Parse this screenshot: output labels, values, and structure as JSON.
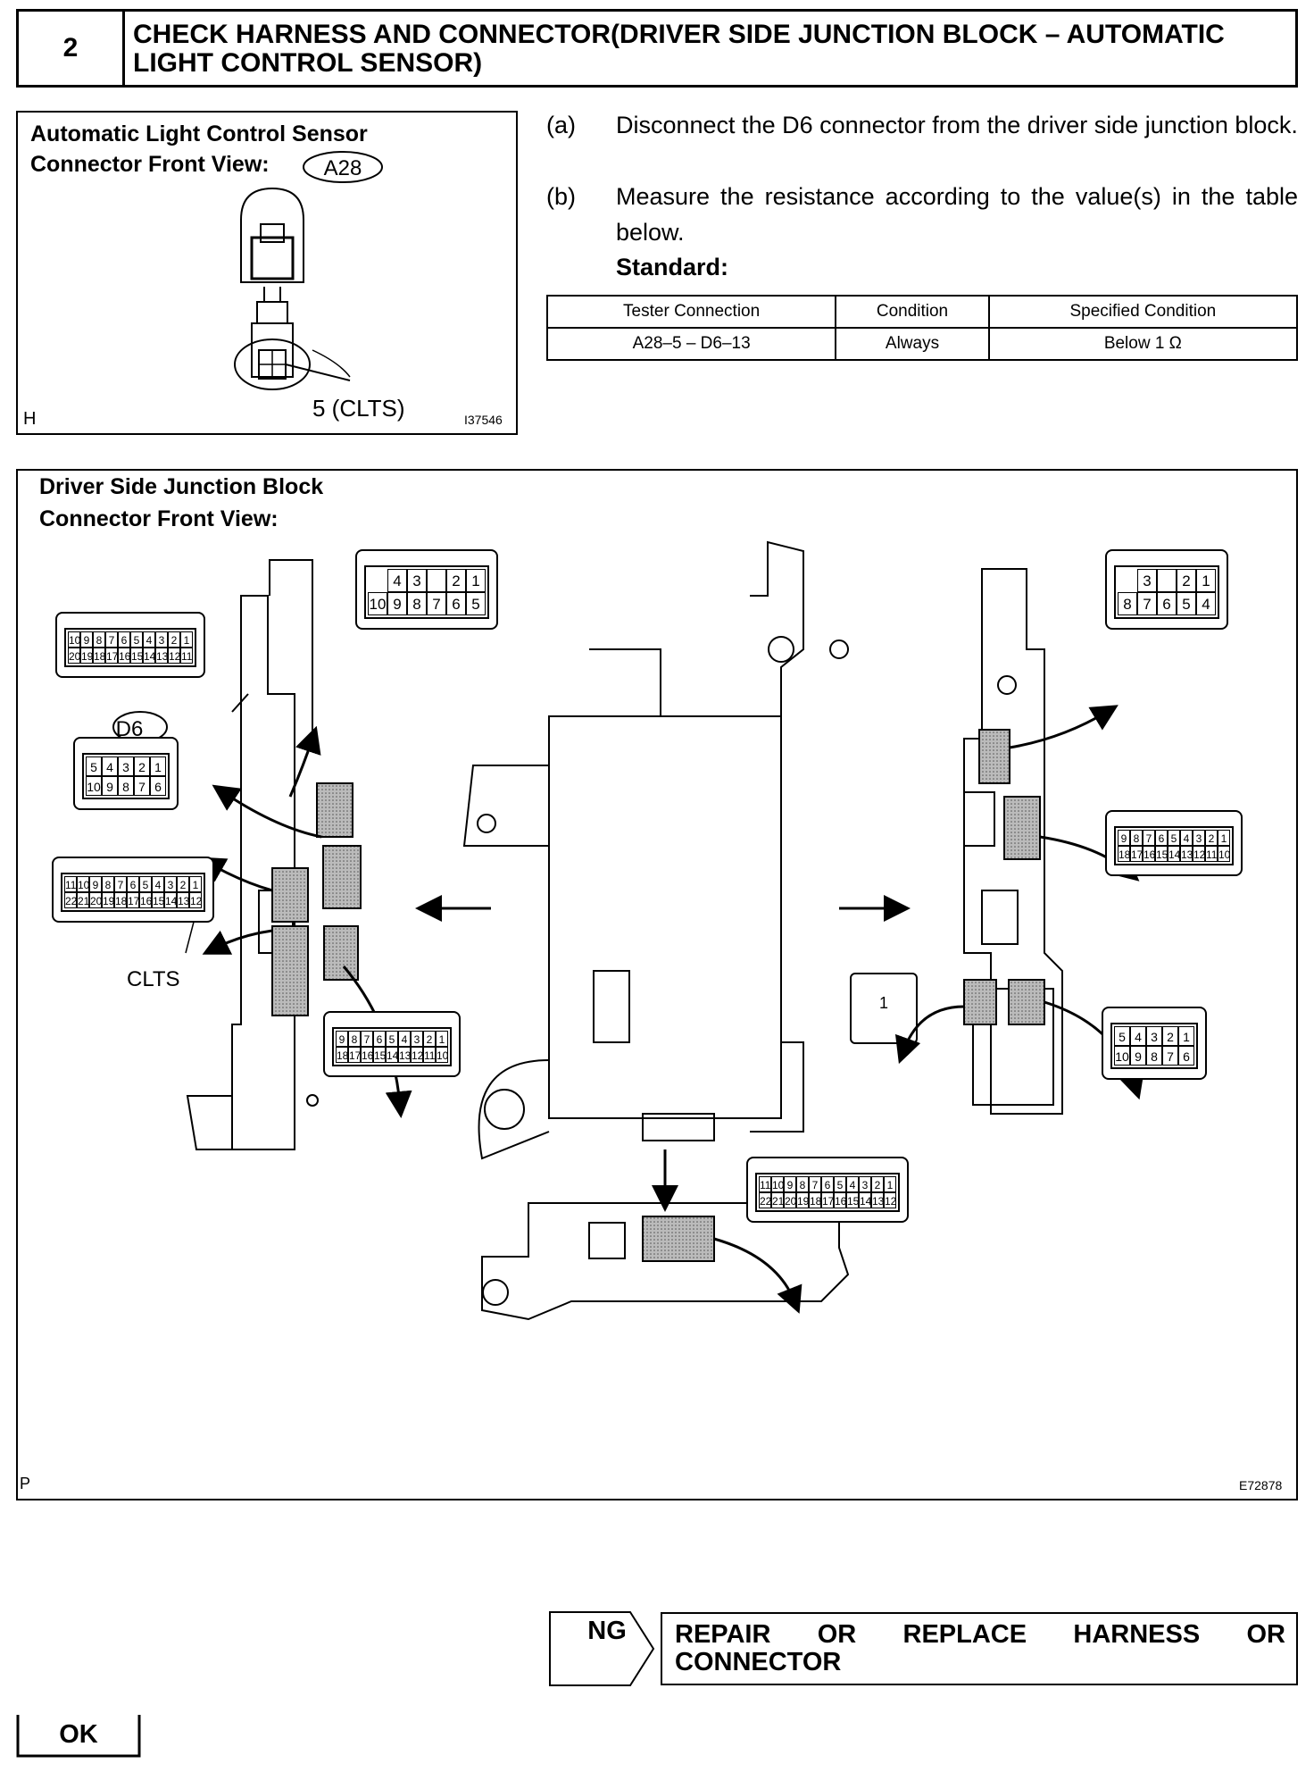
{
  "header": {
    "step_number": "2",
    "title": "CHECK HARNESS AND CONNECTOR(DRIVER SIDE JUNCTION BLOCK – AUTOMATIC LIGHT CONTROL SENSOR)"
  },
  "sensor_figure": {
    "title_line1": "Automatic Light Control Sensor",
    "title_line2": "Connector Front View:",
    "connector_id": "A28",
    "pin_label": "5 (CLTS)",
    "corner_letter": "H",
    "figure_code": "I37546"
  },
  "steps": [
    {
      "label": "(a)",
      "text": "Disconnect the D6 connector from the driver side junction block."
    },
    {
      "label": "(b)",
      "text": "Measure the resistance according to the value(s) in the table below."
    }
  ],
  "standard_label": "Standard:",
  "spec_table": {
    "headers": [
      "Tester Connection",
      "Condition",
      "Specified Condition"
    ],
    "rows": [
      [
        "A28–5 – D6–13",
        "Always",
        "Below 1 Ω"
      ]
    ]
  },
  "junction_figure": {
    "title_line1": "Driver Side Junction Block",
    "title_line2": "Connector Front View:",
    "d6_label": "D6",
    "clts_label": "CLTS",
    "corner_letter": "P",
    "figure_code": "E72878",
    "conn_top_left": {
      "row1": [
        "4",
        "3",
        "",
        "2",
        "1"
      ],
      "row2": [
        "10",
        "9",
        "8",
        "7",
        "6",
        "5"
      ]
    },
    "conn_left_20": {
      "row1": [
        "10",
        "9",
        "8",
        "7",
        "6",
        "5",
        "4",
        "3",
        "2",
        "1"
      ],
      "row2": [
        "20",
        "19",
        "18",
        "17",
        "16",
        "15",
        "14",
        "13",
        "12",
        "11"
      ]
    },
    "conn_left_10": {
      "row1": [
        "5",
        "4",
        "3",
        "2",
        "1"
      ],
      "row2": [
        "10",
        "9",
        "8",
        "7",
        "6"
      ]
    },
    "conn_d6": {
      "row1": [
        "11",
        "10",
        "9",
        "8",
        "7",
        "6",
        "5",
        "4",
        "3",
        "2",
        "1"
      ],
      "row2": [
        "22",
        "21",
        "20",
        "19",
        "18",
        "17",
        "16",
        "15",
        "14",
        "13",
        "12"
      ]
    },
    "conn_bottom_mid": {
      "row1": [
        "9",
        "8",
        "7",
        "6",
        "5",
        "4",
        "3",
        "2",
        "1"
      ],
      "row2": [
        "18",
        "17",
        "16",
        "15",
        "14",
        "13",
        "12",
        "11",
        "10"
      ]
    },
    "conn_bottom": {
      "row1": [
        "11",
        "10",
        "9",
        "8",
        "7",
        "6",
        "5",
        "4",
        "3",
        "2",
        "1"
      ],
      "row2": [
        "22",
        "21",
        "20",
        "19",
        "18",
        "17",
        "16",
        "15",
        "14",
        "13",
        "12"
      ]
    },
    "conn_top_right": {
      "row1": [
        "3",
        "",
        "2",
        "1"
      ],
      "row2": [
        "8",
        "7",
        "6",
        "5",
        "4"
      ]
    },
    "conn_right_18": {
      "row1": [
        "9",
        "8",
        "7",
        "6",
        "5",
        "4",
        "3",
        "2",
        "1"
      ],
      "row2": [
        "18",
        "17",
        "16",
        "15",
        "14",
        "13",
        "12",
        "11",
        "10"
      ]
    },
    "conn_single": {
      "pin": "1"
    },
    "conn_right_10": {
      "row1": [
        "5",
        "4",
        "3",
        "2",
        "1"
      ],
      "row2": [
        "10",
        "9",
        "8",
        "7",
        "6"
      ]
    }
  },
  "result": {
    "ng_label": "NG",
    "ng_action_line1": "REPAIR OR REPLACE HARNESS OR",
    "ng_action_line2": "CONNECTOR",
    "ok_label": "OK"
  }
}
